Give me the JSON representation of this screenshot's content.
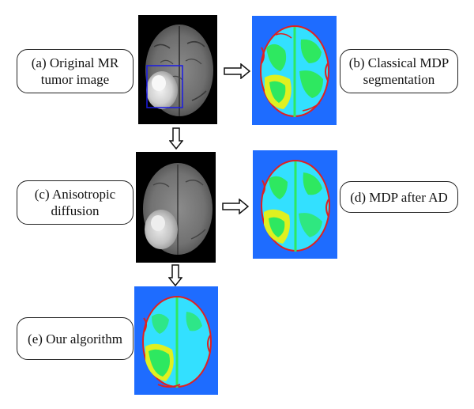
{
  "labels": {
    "a": {
      "line1": "(a) Original MR",
      "line2": "tumor image"
    },
    "b": {
      "line1": "(b) Classical MDP",
      "line2": "segmentation"
    },
    "c": {
      "line1": "(c) Anisotropic",
      "line2": "diffusion"
    },
    "d": {
      "line1": "(d) MDP after AD"
    },
    "e": {
      "line1": "(e) Our algorithm"
    }
  },
  "colors": {
    "mr_background": "#000000",
    "seg_background": "#1e6cff",
    "seg_cyan": "#33e0ff",
    "seg_green": "#2ee860",
    "seg_yellow": "#e0f020",
    "seg_red": "#e02020",
    "roi_box": "#1a1ae6"
  }
}
